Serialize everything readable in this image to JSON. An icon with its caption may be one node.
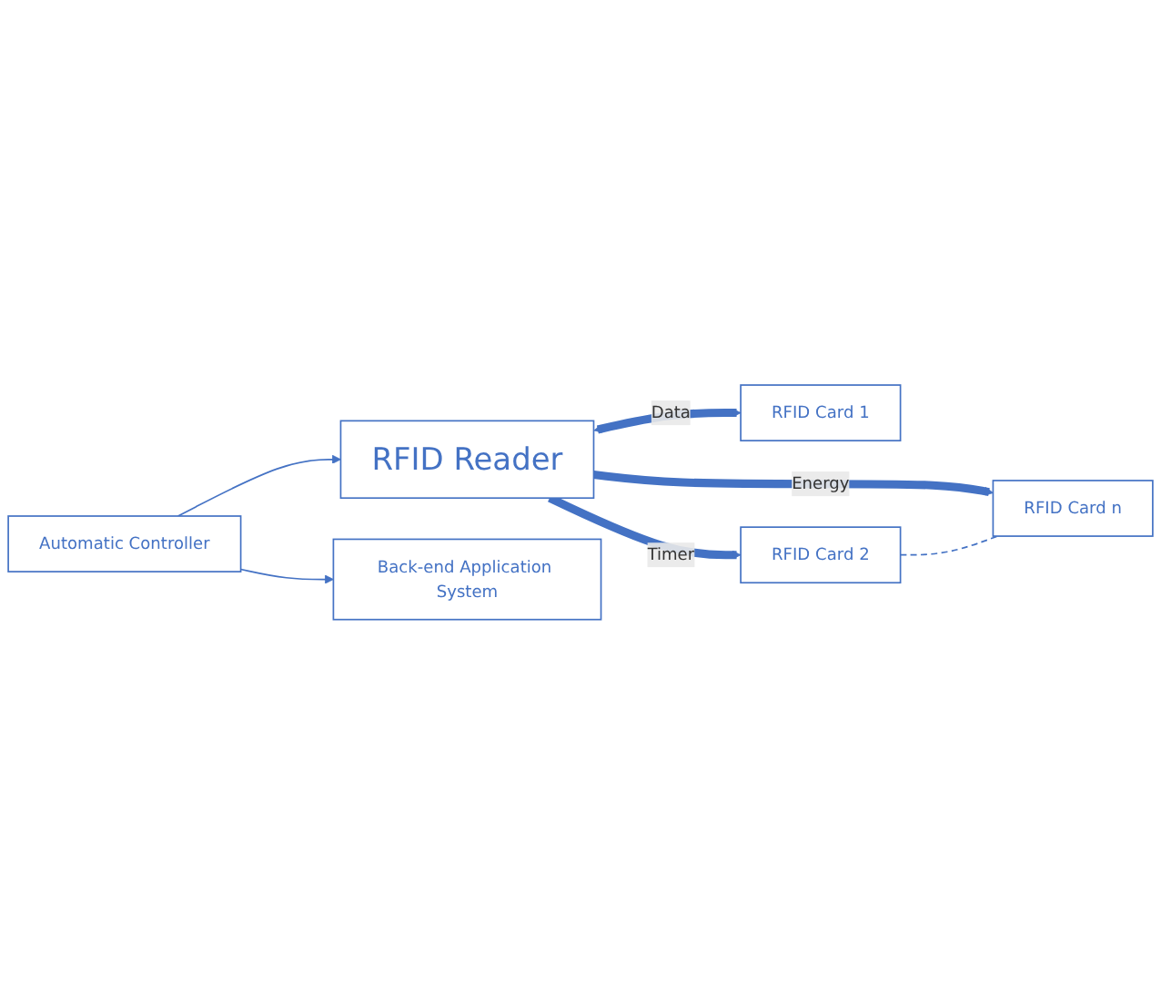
{
  "diagram": {
    "nodes": [
      {
        "text": [
          "RFID Reader"
        ]
      },
      {
        "text": [
          "RFID Card 1"
        ]
      },
      {
        "text": [
          "RFID Card 2"
        ]
      },
      {
        "text": [
          "RFID Card n"
        ]
      },
      {
        "text": [
          "Automatic Controller"
        ]
      },
      {
        "text": [
          "Back-end Application System"
        ]
      }
    ],
    "edges": [
      {
        "from": 0,
        "to": 1,
        "arrow": "both",
        "label": "Data",
        "style": "thick"
      },
      {
        "from": 0,
        "to": 2,
        "arrow": "to",
        "label": "Timer",
        "style": "thick"
      },
      {
        "from": 0,
        "to": 3,
        "arrow": "to",
        "label": "Energy",
        "style": "thick"
      },
      {
        "from": 2,
        "to": 3,
        "arrow": "none",
        "style": "dashed"
      },
      {
        "from": 4,
        "to": 0,
        "arrow": "to"
      },
      {
        "from": 4,
        "to": 5,
        "arrow": "to"
      }
    ]
  }
}
